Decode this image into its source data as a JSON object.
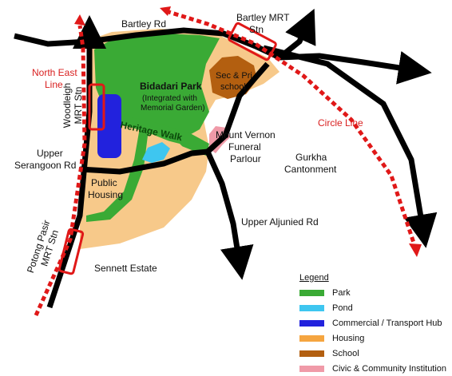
{
  "roads": {
    "bartley": "Bartley Rd",
    "upper_serangoon": [
      "Upper",
      "Serangoon Rd"
    ],
    "upper_aljunied": "Upper Aljunied Rd"
  },
  "stations": {
    "bartley": [
      "Bartley MRT",
      "Stn"
    ],
    "woodleigh": [
      "Woodleigh",
      "MRT Stn"
    ],
    "potong_pasir": [
      "Potong Pasir",
      "MRT Stn"
    ]
  },
  "lines": {
    "north_east": [
      "North East",
      "Line"
    ],
    "circle": "Circle Line"
  },
  "areas": {
    "bidadari_park": "Bidadari Park",
    "bidadari_note": [
      "(Integrated with",
      "Memorial Garden)"
    ],
    "school": [
      "Sec & Pri",
      "school"
    ],
    "heritage_walk": "Heritage Walk",
    "funeral_parlour": [
      "Mount Vernon",
      "Funeral",
      "Parlour"
    ],
    "gurkha": [
      "Gurkha",
      "Cantonment"
    ],
    "public_housing": [
      "Public",
      "Housing"
    ],
    "sennett": "Sennett Estate"
  },
  "legend": {
    "title": "Legend",
    "items": [
      {
        "label": "Park",
        "color": "#3aaa35"
      },
      {
        "label": "Pond",
        "color": "#3ec6f0"
      },
      {
        "label": "Commercial / Transport Hub",
        "color": "#2222dd"
      },
      {
        "label": "Housing",
        "color": "#f5a540"
      },
      {
        "label": "School",
        "color": "#b35f10"
      },
      {
        "label": "Civic & Community Institution",
        "color": "#f09aa8"
      }
    ]
  },
  "colors": {
    "park": "#3aaa35",
    "pond": "#3ec6f0",
    "commercial": "#2222dd",
    "housing_fill": "#f7c98a",
    "school": "#b35f10",
    "civic": "#f09aa8",
    "road": "#000000",
    "mrt": "#e01818"
  }
}
